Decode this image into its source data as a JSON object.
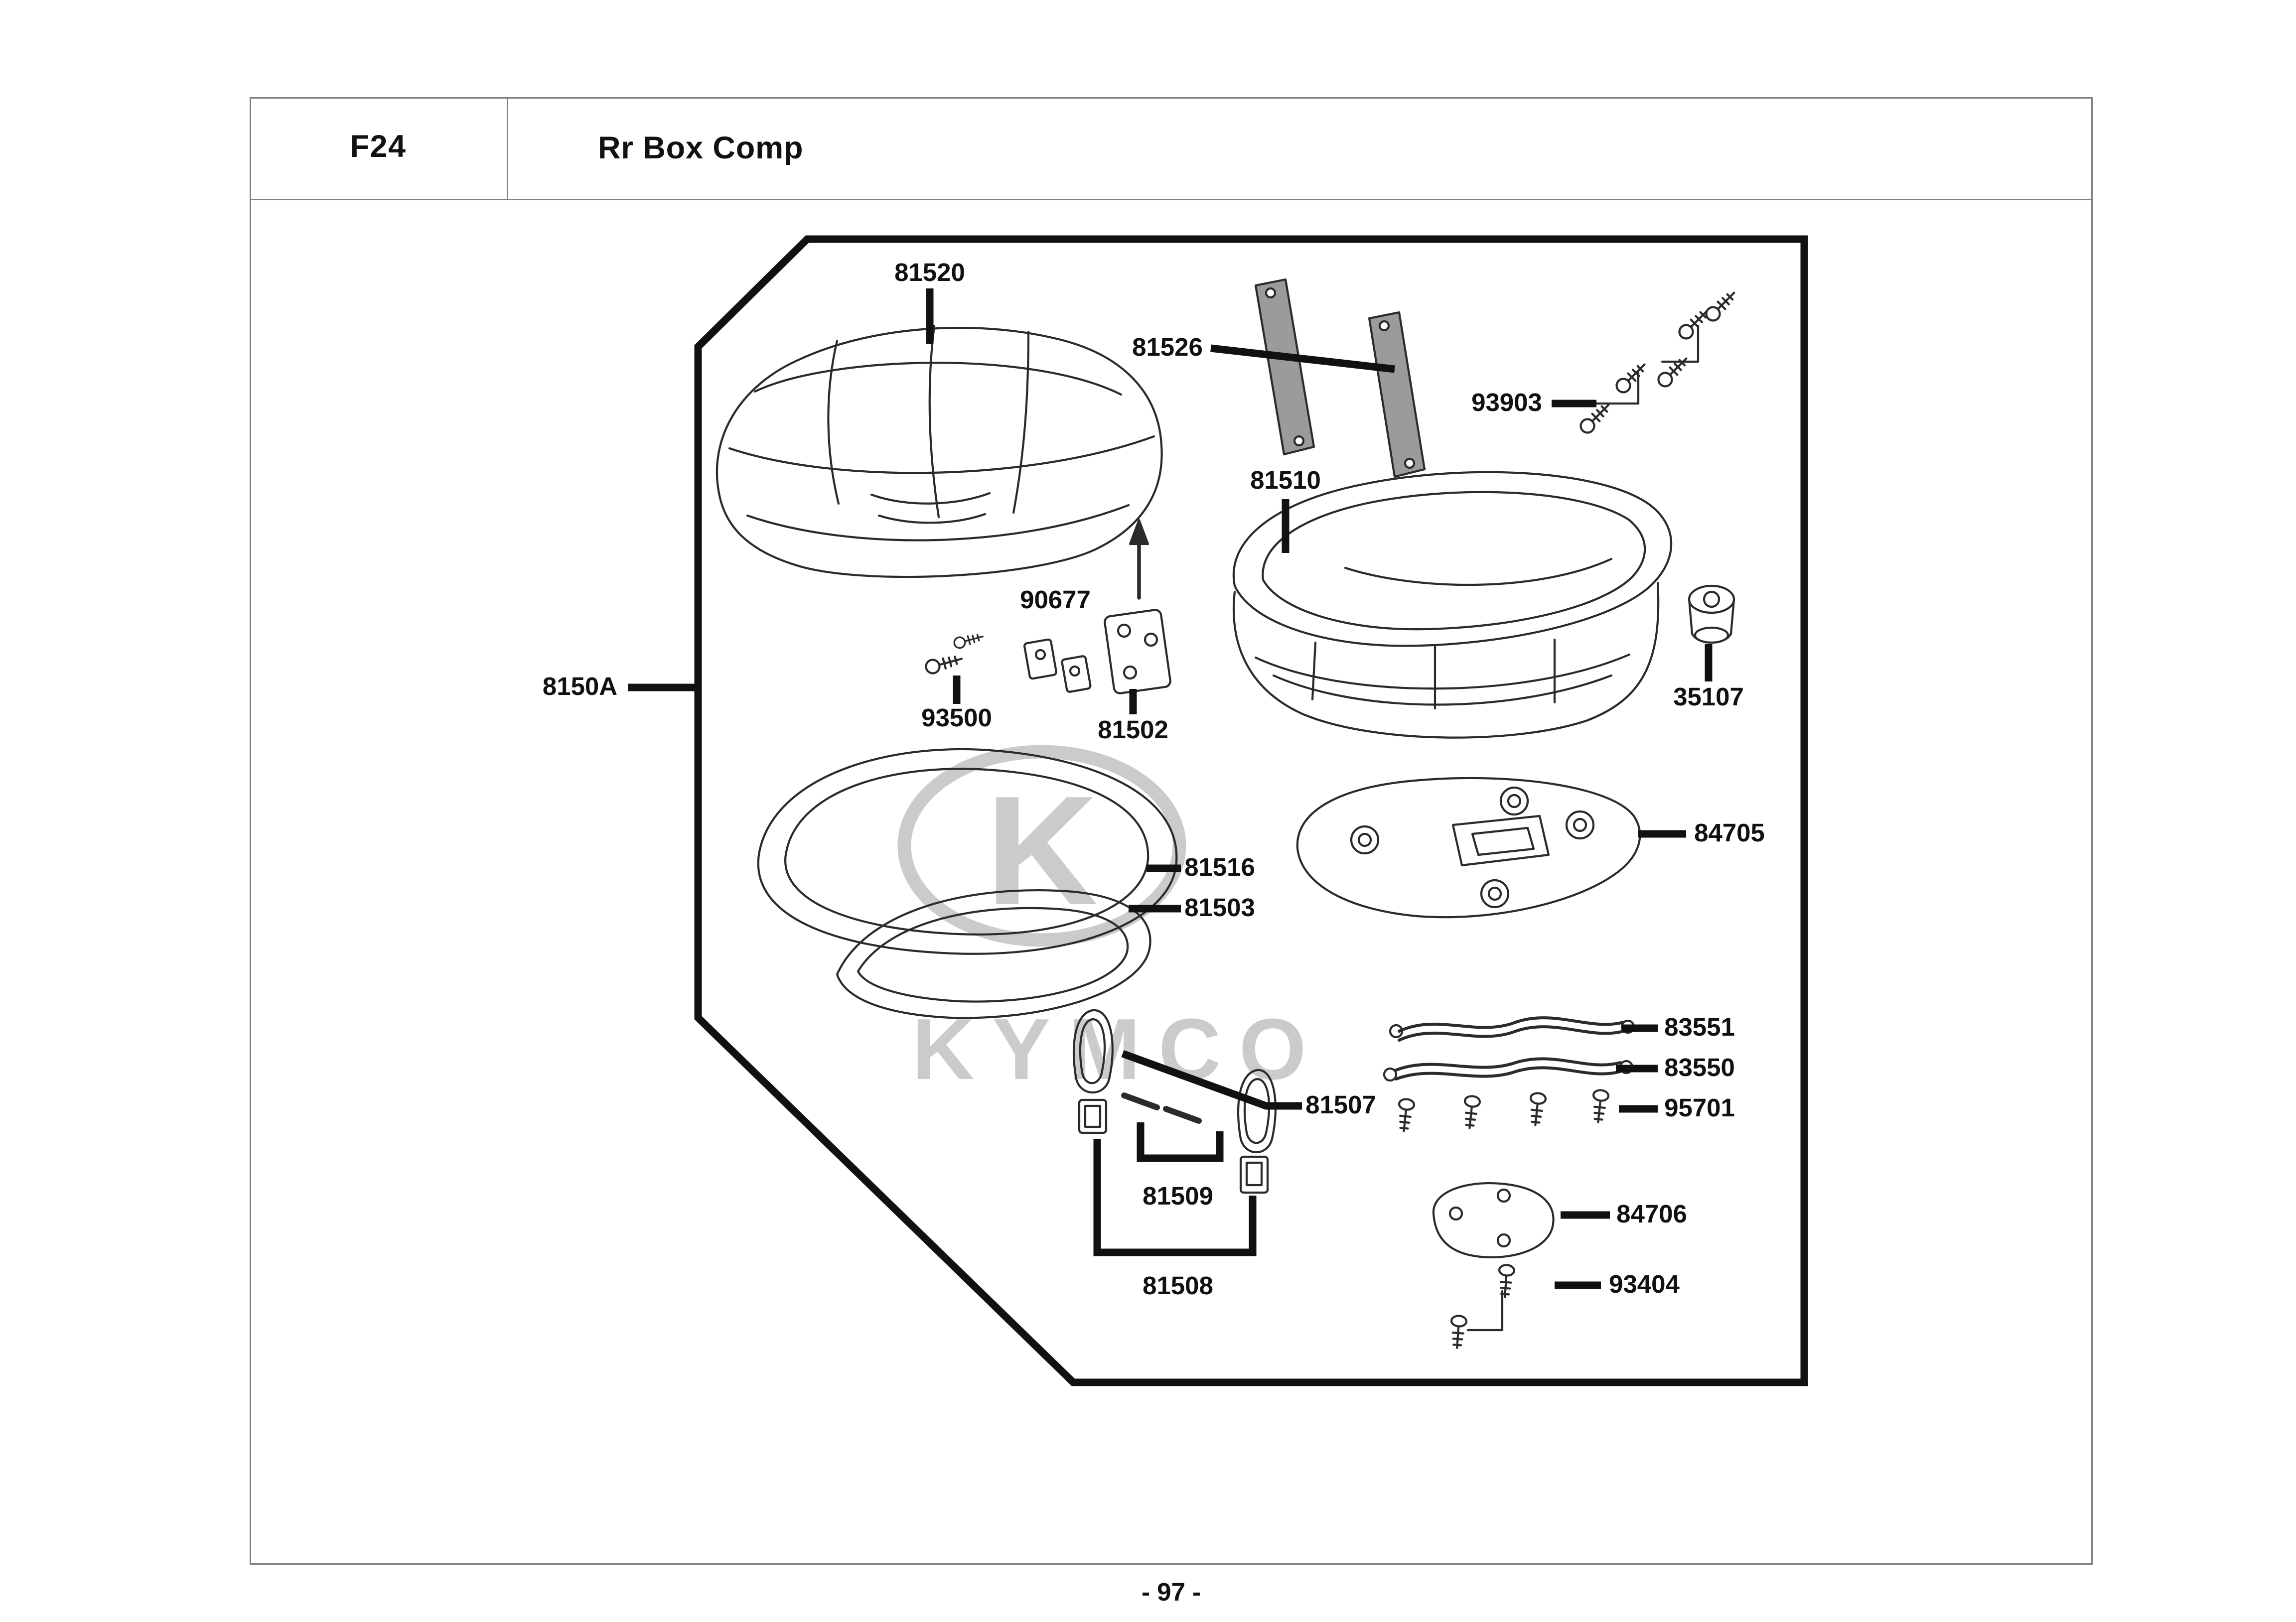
{
  "header": {
    "code": "F24",
    "title": "Rr Box Comp"
  },
  "watermark": {
    "logo_letter": "K",
    "brand": "KYMCO"
  },
  "footer": {
    "page_number": "- 97 -"
  },
  "parts": [
    {
      "number": "81520"
    },
    {
      "number": "81526"
    },
    {
      "number": "93903"
    },
    {
      "number": "81510"
    },
    {
      "number": "8150A"
    },
    {
      "number": "90677"
    },
    {
      "number": "93500"
    },
    {
      "number": "81502"
    },
    {
      "number": "35107"
    },
    {
      "number": "81516"
    },
    {
      "number": "81503"
    },
    {
      "number": "84705"
    },
    {
      "number": "83551"
    },
    {
      "number": "83550"
    },
    {
      "number": "95701"
    },
    {
      "number": "81507"
    },
    {
      "number": "81509"
    },
    {
      "number": "81508"
    },
    {
      "number": "84706"
    },
    {
      "number": "93404"
    }
  ],
  "colors": {
    "diagram_line": "#2b2b2b",
    "frame": "#111111",
    "watermark": "#cbcbcb",
    "page_border": "#808080"
  }
}
